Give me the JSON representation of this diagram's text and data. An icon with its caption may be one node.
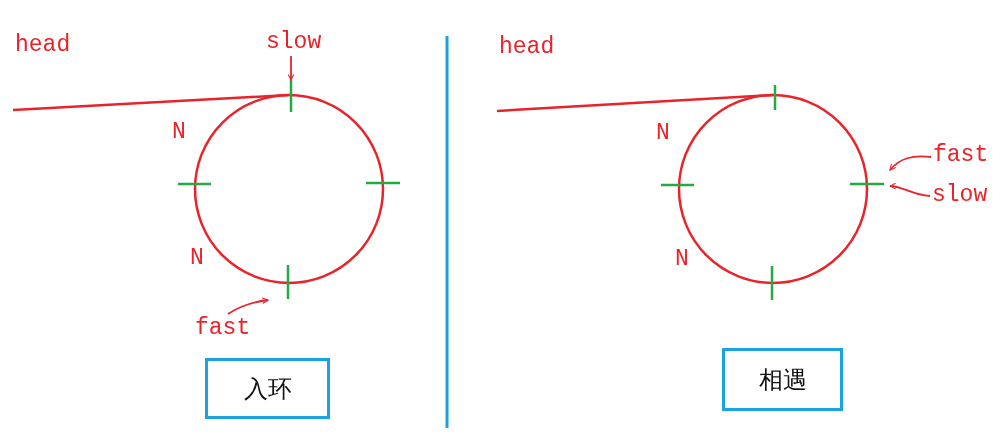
{
  "diagram": {
    "nodes": [
      {
        "text": [
          "slow"
        ]
      },
      {
        "text": [
          "fast"
        ]
      },
      {
        "text": [
          "入环"
        ]
      },
      {
        "text": [
          "fast"
        ]
      },
      {
        "text": [
          "slow"
        ]
      },
      {
        "text": [
          "相遇"
        ]
      }
    ],
    "edges": [
      {
        "from": 0,
        "to": null,
        "arrow": "to"
      },
      {
        "from": 1,
        "to": null,
        "arrow": "to"
      },
      {
        "from": 3,
        "to": null,
        "arrow": "to"
      },
      {
        "from": 4,
        "to": null,
        "arrow": "to"
      }
    ],
    "labels": [
      "head",
      "N",
      "N",
      "head",
      "N",
      "N"
    ]
  }
}
